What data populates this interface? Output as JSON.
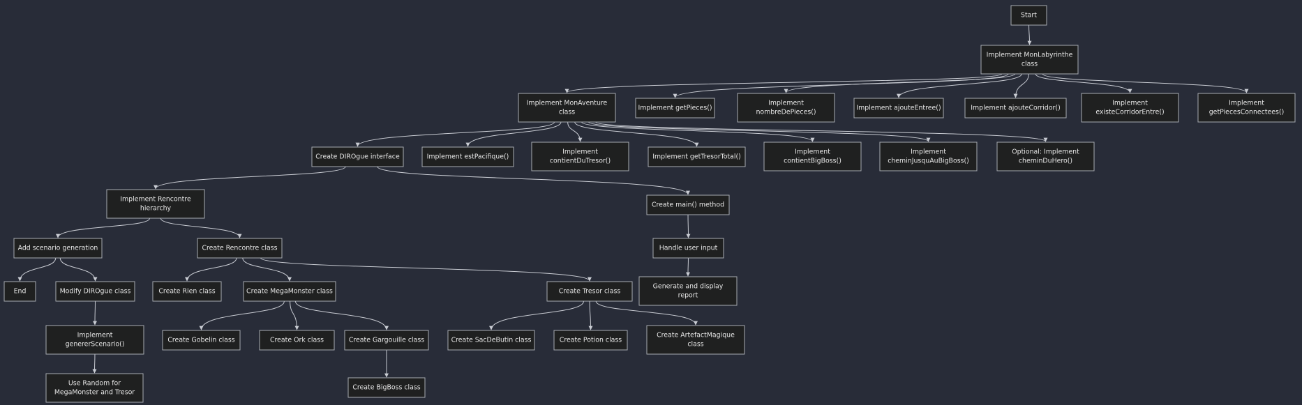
{
  "nodes": [
    {
      "id": "start",
      "name": "node-start",
      "lines": [
        "Start"
      ]
    },
    {
      "id": "lab",
      "name": "node-implement-monlabyrinthe",
      "lines": [
        "Implement MonLabyrinthe",
        "class"
      ]
    },
    {
      "id": "aventure",
      "name": "node-implement-monaventure",
      "lines": [
        "Implement MonAventure",
        "class"
      ]
    },
    {
      "id": "getpieces",
      "name": "node-implement-getpieces",
      "lines": [
        "Implement getPieces()"
      ]
    },
    {
      "id": "nombre",
      "name": "node-implement-nombredepieces",
      "lines": [
        "Implement",
        "nombreDePieces()"
      ]
    },
    {
      "id": "ajouteentree",
      "name": "node-implement-ajouteentree",
      "lines": [
        "Implement ajouteEntree()"
      ]
    },
    {
      "id": "ajoutecorridor",
      "name": "node-implement-ajoutecorridor",
      "lines": [
        "Implement ajouteCorridor()"
      ]
    },
    {
      "id": "existe",
      "name": "node-implement-existecorridorentre",
      "lines": [
        "Implement",
        "existeCorridorEntre()"
      ]
    },
    {
      "id": "connectees",
      "name": "node-implement-getpiecesconnectees",
      "lines": [
        "Implement",
        "getPiecesConnectees()"
      ]
    },
    {
      "id": "dirogue",
      "name": "node-create-dirogue-interface",
      "lines": [
        "Create DIROgue interface"
      ]
    },
    {
      "id": "pacifique",
      "name": "node-implement-estpacifique",
      "lines": [
        "Implement estPacifique()"
      ]
    },
    {
      "id": "contienttresor",
      "name": "node-implement-contientdutresor",
      "lines": [
        "Implement",
        "contientDuTresor()"
      ]
    },
    {
      "id": "tresortotal",
      "name": "node-implement-gettresortotal",
      "lines": [
        "Implement getTresorTotal()"
      ]
    },
    {
      "id": "bigboss",
      "name": "node-implement-contientbigboss",
      "lines": [
        "Implement",
        "contientBigBoss()"
      ]
    },
    {
      "id": "chemin",
      "name": "node-implement-cheminjusquaubigboss",
      "lines": [
        "Implement",
        "cheminJusquAuBigBoss()"
      ]
    },
    {
      "id": "hero",
      "name": "node-optional-chemin-du-hero",
      "lines": [
        "Optional: Implement",
        "cheminDuHero()"
      ]
    },
    {
      "id": "rencontre",
      "name": "node-implement-rencontre-hierarchy",
      "lines": [
        "Implement Rencontre",
        "hierarchy"
      ]
    },
    {
      "id": "main",
      "name": "node-create-main-method",
      "lines": [
        "Create main() method"
      ]
    },
    {
      "id": "scenario",
      "name": "node-add-scenario-generation",
      "lines": [
        "Add scenario generation"
      ]
    },
    {
      "id": "rencontreclass",
      "name": "node-create-rencontre-class",
      "lines": [
        "Create Rencontre class"
      ]
    },
    {
      "id": "input",
      "name": "node-handle-user-input",
      "lines": [
        "Handle user input"
      ]
    },
    {
      "id": "end",
      "name": "node-end",
      "lines": [
        "End"
      ]
    },
    {
      "id": "modify",
      "name": "node-modify-dirogue-class",
      "lines": [
        "Modify DIROgue class"
      ]
    },
    {
      "id": "rien",
      "name": "node-create-rien-class",
      "lines": [
        "Create Rien class"
      ]
    },
    {
      "id": "megamonster",
      "name": "node-create-megamonster-class",
      "lines": [
        "Create MegaMonster class"
      ]
    },
    {
      "id": "tresor",
      "name": "node-create-tresor-class",
      "lines": [
        "Create Tresor class"
      ]
    },
    {
      "id": "report",
      "name": "node-generate-display-report",
      "lines": [
        "Generate and display",
        "report"
      ]
    },
    {
      "id": "generer",
      "name": "node-implement-genererscenario",
      "lines": [
        "Implement",
        "genererScenario()"
      ]
    },
    {
      "id": "gobelin",
      "name": "node-create-gobelin-class",
      "lines": [
        "Create Gobelin class"
      ]
    },
    {
      "id": "ork",
      "name": "node-create-ork-class",
      "lines": [
        "Create Ork class"
      ]
    },
    {
      "id": "gargouille",
      "name": "node-create-gargouille-class",
      "lines": [
        "Create Gargouille class"
      ]
    },
    {
      "id": "sac",
      "name": "node-create-sacdebutin-class",
      "lines": [
        "Create SacDeButin class"
      ]
    },
    {
      "id": "potion",
      "name": "node-create-potion-class",
      "lines": [
        "Create Potion class"
      ]
    },
    {
      "id": "artefact",
      "name": "node-create-artefactmagique-class",
      "lines": [
        "Create ArtefactMagique",
        "class"
      ]
    },
    {
      "id": "random",
      "name": "node-use-random",
      "lines": [
        "Use Random for",
        "MegaMonster and Tresor"
      ]
    },
    {
      "id": "bigbossclass",
      "name": "node-create-bigboss-class",
      "lines": [
        "Create BigBoss class"
      ]
    }
  ],
  "edges": [
    [
      "start",
      "lab"
    ],
    [
      "lab",
      "aventure"
    ],
    [
      "lab",
      "getpieces"
    ],
    [
      "lab",
      "nombre"
    ],
    [
      "lab",
      "ajouteentree"
    ],
    [
      "lab",
      "ajoutecorridor"
    ],
    [
      "lab",
      "existe"
    ],
    [
      "lab",
      "connectees"
    ],
    [
      "aventure",
      "dirogue"
    ],
    [
      "aventure",
      "pacifique"
    ],
    [
      "aventure",
      "contienttresor"
    ],
    [
      "aventure",
      "tresortotal"
    ],
    [
      "aventure",
      "bigboss"
    ],
    [
      "aventure",
      "chemin"
    ],
    [
      "aventure",
      "hero"
    ],
    [
      "dirogue",
      "rencontre"
    ],
    [
      "dirogue",
      "main"
    ],
    [
      "rencontre",
      "scenario"
    ],
    [
      "rencontre",
      "rencontreclass"
    ],
    [
      "main",
      "input"
    ],
    [
      "input",
      "report"
    ],
    [
      "scenario",
      "end"
    ],
    [
      "scenario",
      "modify"
    ],
    [
      "modify",
      "generer"
    ],
    [
      "generer",
      "random"
    ],
    [
      "rencontreclass",
      "rien"
    ],
    [
      "rencontreclass",
      "megamonster"
    ],
    [
      "rencontreclass",
      "tresor"
    ],
    [
      "megamonster",
      "gobelin"
    ],
    [
      "megamonster",
      "ork"
    ],
    [
      "megamonster",
      "gargouille"
    ],
    [
      "gargouille",
      "bigbossclass"
    ],
    [
      "tresor",
      "sac"
    ],
    [
      "tresor",
      "potion"
    ],
    [
      "tresor",
      "artefact"
    ]
  ],
  "colors": {
    "background": "#282c38",
    "node_fill": "#1f2020",
    "node_stroke": "#a7abb2",
    "edge": "#c9ccd3",
    "text": "#e6e6e6"
  }
}
